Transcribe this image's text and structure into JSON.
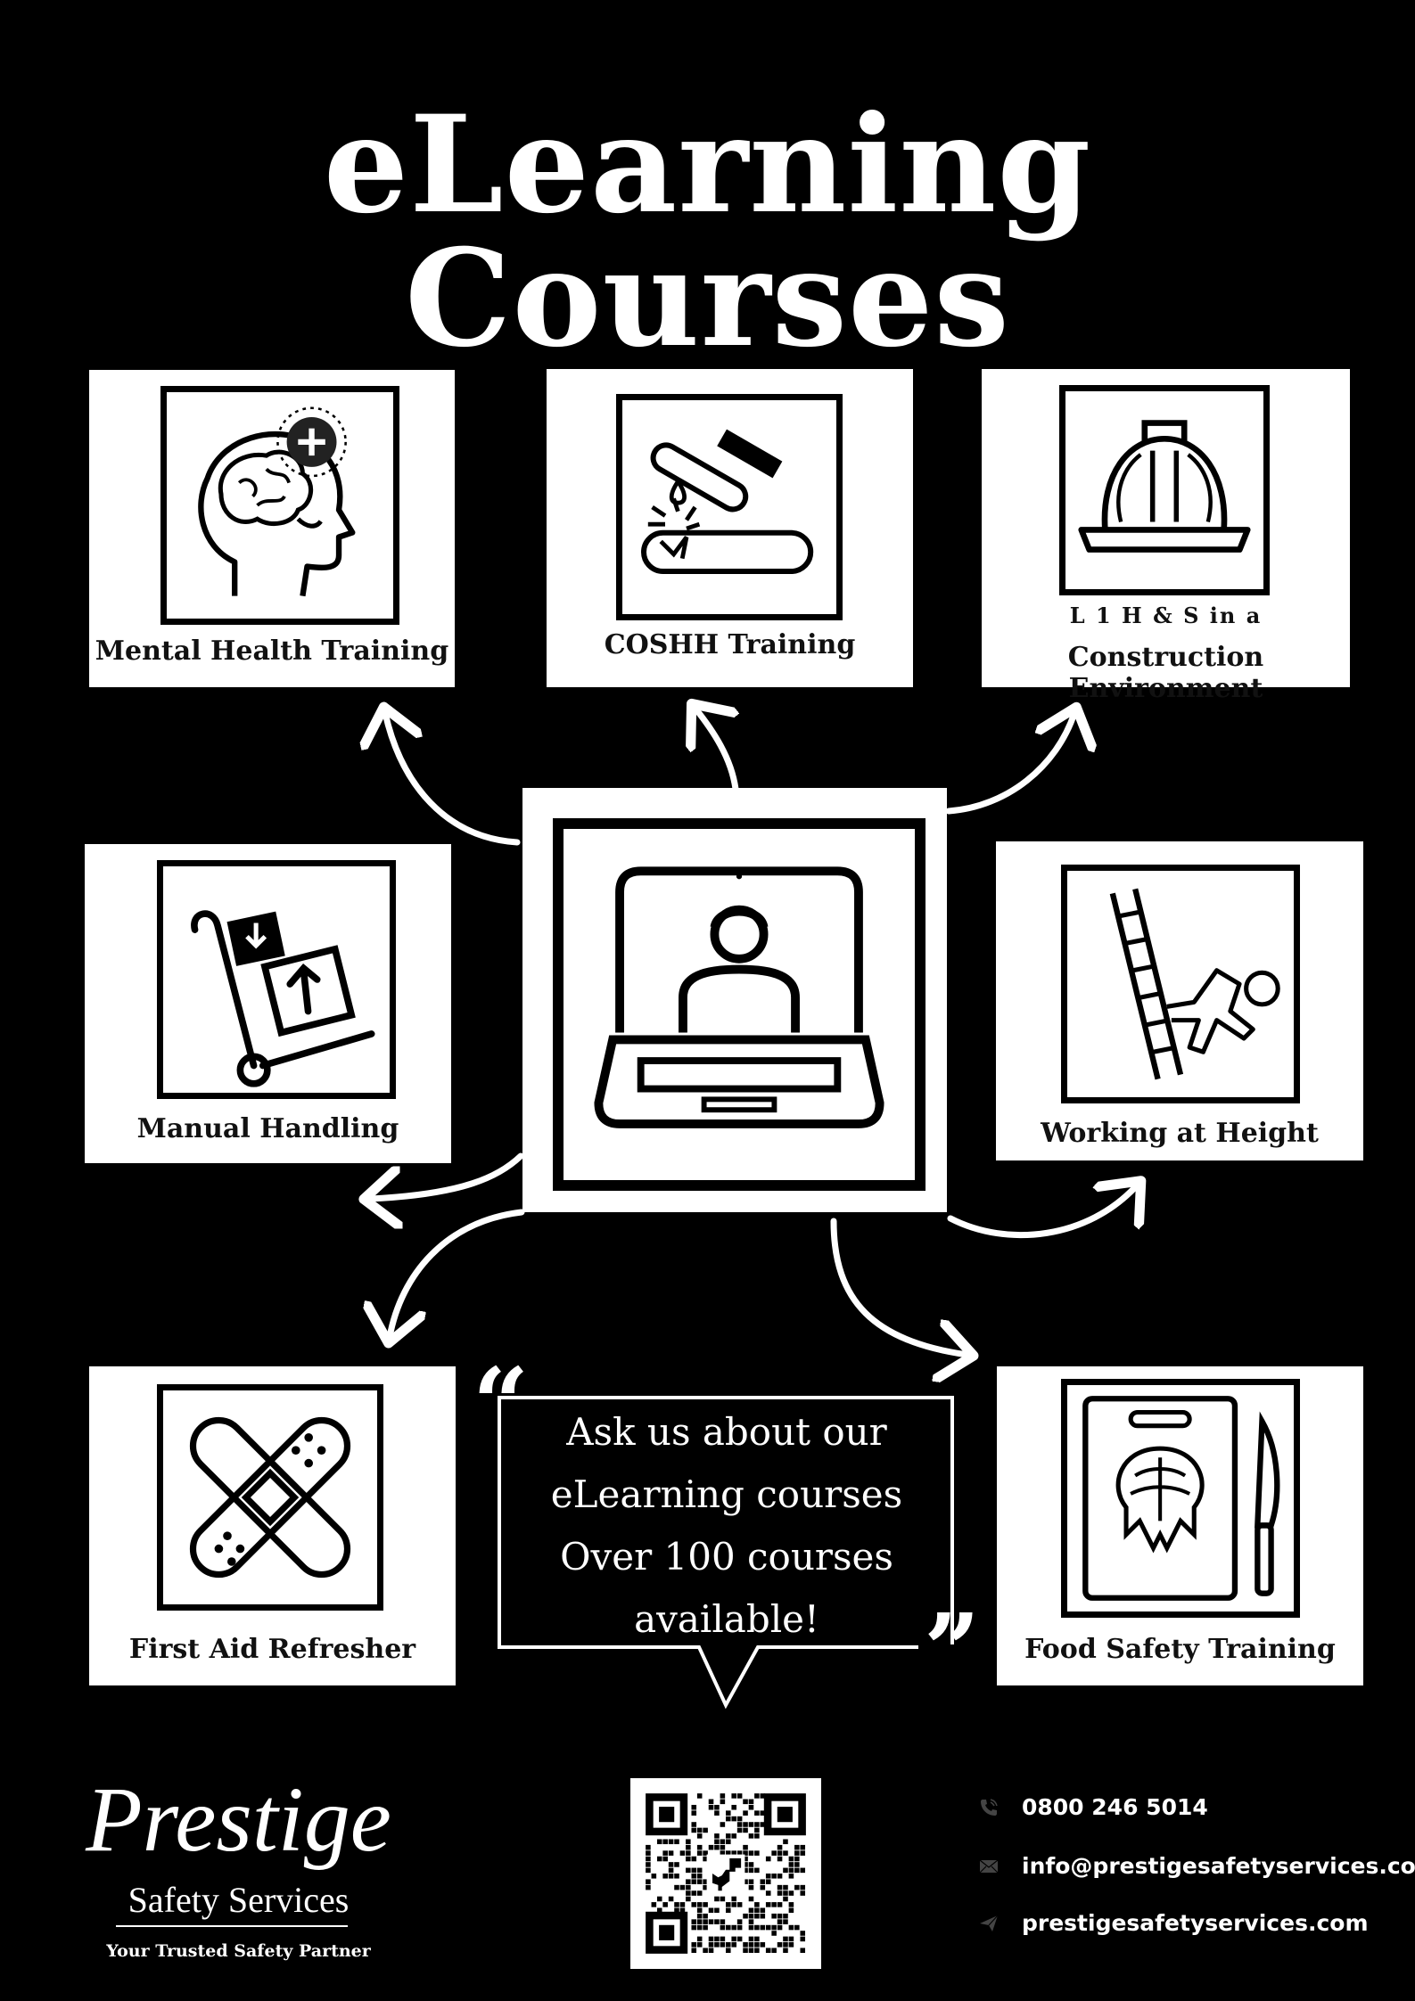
{
  "page": {
    "title": "eLearning Courses"
  },
  "courses": [
    {
      "label": "Mental Health Training",
      "icon": "brain-head-icon"
    },
    {
      "label": "COSHH Training",
      "icon": "chemical-spill-icon"
    },
    {
      "label_small": "L 1 H & S in a",
      "label": "Construction Environment",
      "icon": "hard-hat-icon"
    },
    {
      "label": "Manual Handling",
      "icon": "hand-trolley-icon"
    },
    {
      "label": "Working at Height",
      "icon": "ladder-fall-icon"
    },
    {
      "label": "First Aid Refresher",
      "icon": "bandage-icon"
    },
    {
      "label": "Food Safety Training",
      "icon": "fish-board-icon"
    }
  ],
  "center": {
    "icon": "laptop-user-icon"
  },
  "bubble": {
    "open_quote": "“",
    "close_quote": "”",
    "lines": [
      "Ask us about our",
      "eLearning courses",
      "Over 100 courses",
      "available!"
    ]
  },
  "logo": {
    "name": "Prestige",
    "subtitle": "Safety Services",
    "tagline": "Your Trusted Safety Partner"
  },
  "qr": {
    "icon": "qr-code-icon",
    "center_icon": "dinosaur-icon"
  },
  "contact": {
    "phone": "0800 246 5014",
    "email": "info@prestigesafetyservices.com",
    "website": "prestigesafetyservices.com",
    "phone_icon": "phone-icon",
    "email_icon": "envelope-icon",
    "website_icon": "send-icon"
  }
}
